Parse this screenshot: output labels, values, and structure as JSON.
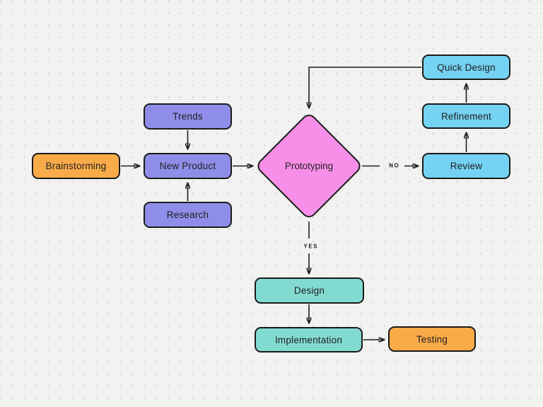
{
  "diagram": {
    "type": "flowchart",
    "background": "#F2F2F0",
    "dot_grid_color": "#D6D6D2",
    "stroke_color": "#1C1C1C"
  },
  "colors": {
    "orange": "#F9AB49",
    "purple": "#8E8EE9",
    "pink": "#F78FE9",
    "blue": "#74D2F2",
    "teal": "#82DBD1"
  },
  "nodes": {
    "brainstorming": {
      "label": "Brainstorming",
      "shape": "rounded-rect",
      "color": "#F9AB49"
    },
    "trends": {
      "label": "Trends",
      "shape": "rounded-rect",
      "color": "#8E8EE9"
    },
    "new_product": {
      "label": "New Product",
      "shape": "rounded-rect",
      "color": "#8E8EE9"
    },
    "research": {
      "label": "Research",
      "shape": "rounded-rect",
      "color": "#8E8EE9"
    },
    "prototyping": {
      "label": "Prototyping",
      "shape": "diamond",
      "color": "#F78FE9"
    },
    "quick_design": {
      "label": "Quick Design",
      "shape": "rounded-rect",
      "color": "#74D2F2"
    },
    "refinement": {
      "label": "Refinement",
      "shape": "rounded-rect",
      "color": "#74D2F2"
    },
    "review": {
      "label": "Review",
      "shape": "rounded-rect",
      "color": "#74D2F2"
    },
    "design": {
      "label": "Design",
      "shape": "rounded-rect",
      "color": "#82DBD1"
    },
    "implementation": {
      "label": "Implementation",
      "shape": "rounded-rect",
      "color": "#82DBD1"
    },
    "testing": {
      "label": "Testing",
      "shape": "rounded-rect",
      "color": "#F9AB49"
    }
  },
  "edge_labels": {
    "no": "NO",
    "yes": "YES"
  },
  "edges": [
    {
      "from": "brainstorming",
      "to": "new_product",
      "label": ""
    },
    {
      "from": "trends",
      "to": "new_product",
      "label": ""
    },
    {
      "from": "research",
      "to": "new_product",
      "label": ""
    },
    {
      "from": "new_product",
      "to": "prototyping",
      "label": ""
    },
    {
      "from": "prototyping",
      "to": "review",
      "label": "NO"
    },
    {
      "from": "review",
      "to": "refinement",
      "label": ""
    },
    {
      "from": "refinement",
      "to": "quick_design",
      "label": ""
    },
    {
      "from": "quick_design",
      "to": "prototyping",
      "label": ""
    },
    {
      "from": "prototyping",
      "to": "design",
      "label": "YES"
    },
    {
      "from": "design",
      "to": "implementation",
      "label": ""
    },
    {
      "from": "implementation",
      "to": "testing",
      "label": ""
    }
  ]
}
